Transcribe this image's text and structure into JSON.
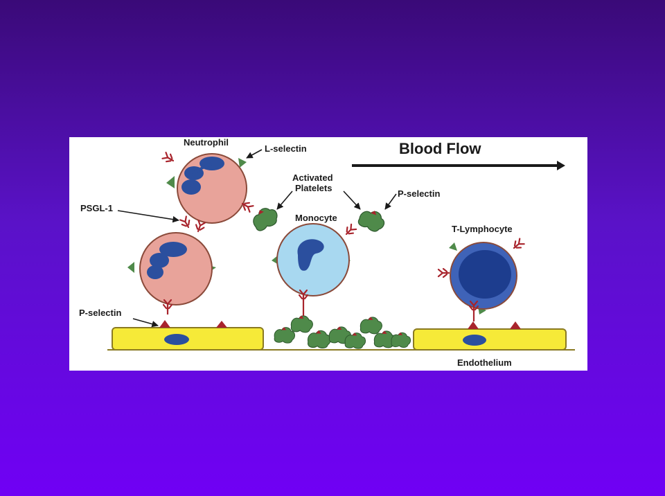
{
  "diagram": {
    "labels": {
      "blood_flow": "Blood Flow",
      "neutrophil": "Neutrophil",
      "l_selectin": "L-selectin",
      "activated_platelets_line1": "Activated",
      "activated_platelets_line2": "Platelets",
      "p_selectin_top": "P-selectin",
      "psgl1": "PSGL-1",
      "monocyte": "Monocyte",
      "t_lymphocyte": "T-Lymphocyte",
      "p_selectin_bottom": "P-selectin",
      "endothelium": "Endothelium"
    },
    "colors": {
      "background_top": "#3a0a78",
      "background_bottom": "#7000f5",
      "neutrophil_fill": "#e8a39a",
      "neutrophil_stroke": "#8a4a3a",
      "nucleus": "#2b4f9e",
      "monocyte_fill": "#a8d8f0",
      "lymphocyte_fill": "#3f63b8",
      "lymphocyte_nucleus": "#1d3d8e",
      "platelet": "#4f8a4a",
      "platelet_dark": "#2f5a2e",
      "selectin": "#a8242c",
      "endothelium_fill": "#f6ea38",
      "endothelium_stroke": "#8a7a22"
    }
  }
}
